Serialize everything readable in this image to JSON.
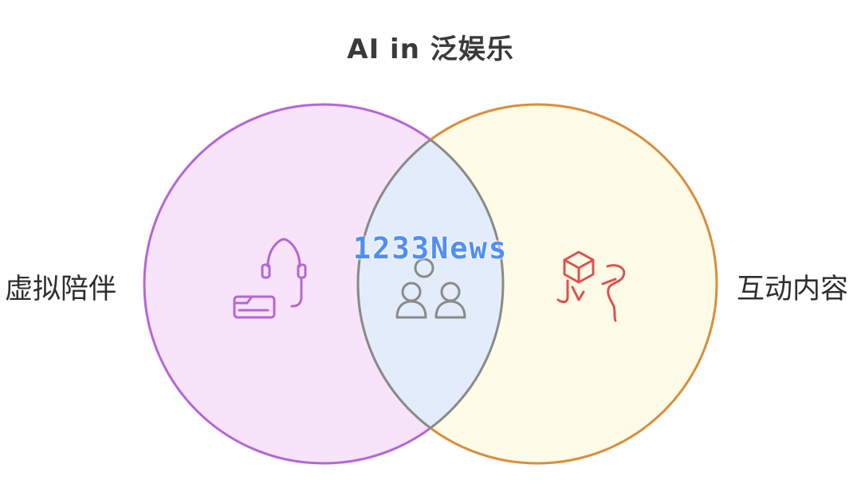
{
  "diagram": {
    "title": "AI in 泛娱乐",
    "sets": [
      {
        "label": "虚拟陪伴",
        "fill": "#f7e4fb",
        "stroke": "#b566d6",
        "icon": "support-agent-icon"
      },
      {
        "label": "互动内容",
        "fill": "#fefbe6",
        "stroke": "#d98e3d",
        "icon": "interactive-content-icon"
      }
    ],
    "overlap": {
      "fill": "#e2ecfb",
      "stroke": "#8a8a8a",
      "icon": "two-people-icon"
    },
    "watermark": "1233News"
  }
}
